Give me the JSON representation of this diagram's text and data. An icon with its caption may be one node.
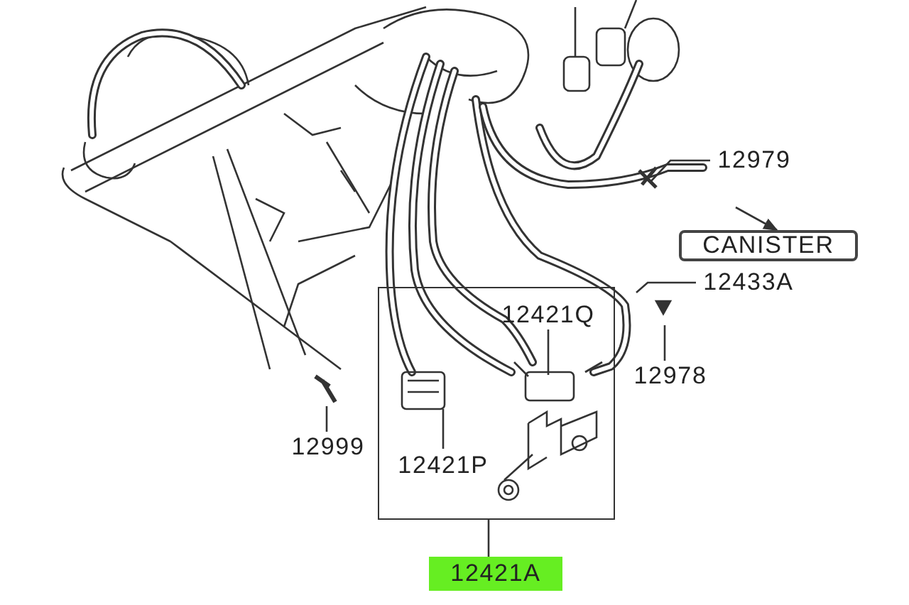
{
  "diagram": {
    "nodes": [
      {
        "text": [
          "12979"
        ]
      },
      {
        "text": [
          "CANISTER"
        ]
      },
      {
        "text": [
          "12433A"
        ]
      },
      {
        "text": [],
        "shape": "box"
      },
      {
        "text": [
          "12421Q"
        ],
        "in": 3
      },
      {
        "text": [
          "12978"
        ]
      },
      {
        "text": [
          "12999"
        ]
      },
      {
        "text": [
          "12421P"
        ],
        "in": 3
      },
      {
        "text": [
          "12421A"
        ]
      }
    ],
    "edges": [
      {
        "from": 0,
        "to": null,
        "arrow": "none"
      },
      {
        "from": null,
        "to": 1,
        "arrow": "to"
      },
      {
        "from": 2,
        "to": null,
        "arrow": "none"
      },
      {
        "from": 4,
        "to": null,
        "arrow": "none"
      },
      {
        "from": 5,
        "to": null,
        "arrow": "none"
      },
      {
        "from": 6,
        "to": null,
        "arrow": "none"
      },
      {
        "from": 7,
        "to": null,
        "arrow": "none"
      },
      {
        "from": 8,
        "to": 3,
        "arrow": "none"
      }
    ]
  }
}
